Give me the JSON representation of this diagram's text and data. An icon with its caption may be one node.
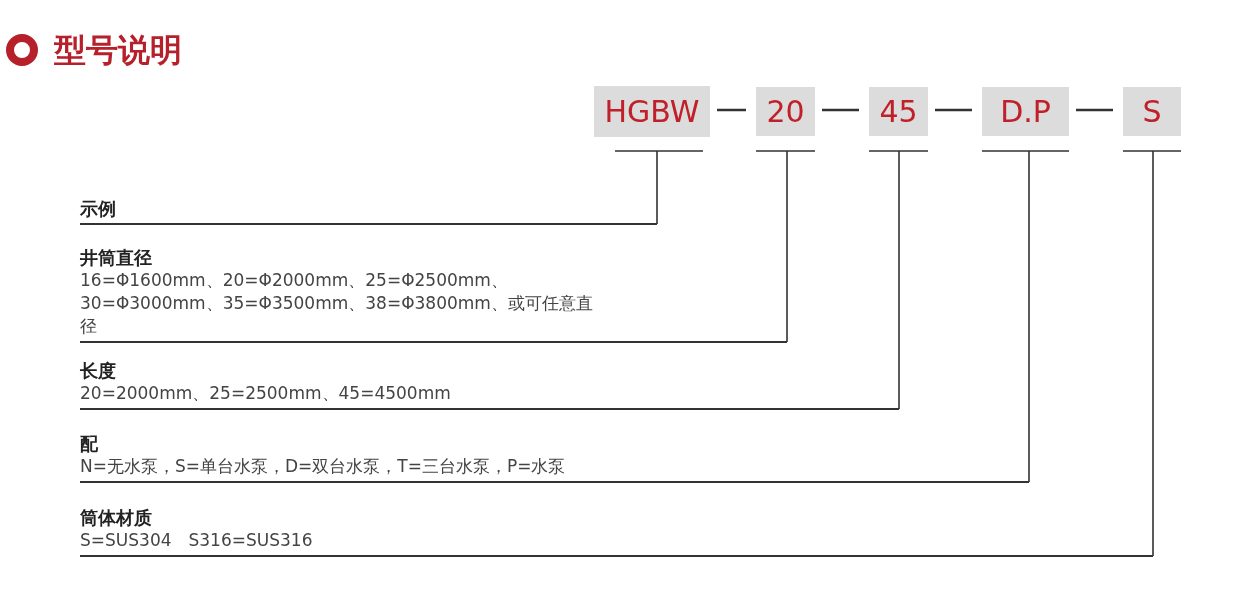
{
  "diagram": {
    "title": "型号说明",
    "nodes": [
      {
        "text": [
          "HGBW"
        ]
      },
      {
        "text": [
          "20"
        ]
      },
      {
        "text": [
          "45"
        ]
      },
      {
        "text": [
          "D.P"
        ]
      },
      {
        "text": [
          "S"
        ]
      },
      {
        "text": [
          "示例"
        ]
      },
      {
        "text": [
          "井筒直径",
          "16=Φ1600mm、20=Φ2000mm、25=Φ2500mm、30=Φ3000mm、35=Φ3500mm、38=Φ3800mm、或可任意直径"
        ]
      },
      {
        "text": [
          "长度",
          "20=2000mm、25=2500mm、45=4500mm"
        ]
      },
      {
        "text": [
          "配",
          "N=无水泵，S=单台水泵，D=双台水泵，T=三台水泵，P=水泵"
        ]
      },
      {
        "text": [
          "筒体材质",
          "S=SUS304　S316=SUS316"
        ]
      }
    ],
    "edges": [
      {
        "from": 0,
        "to": 5,
        "arrow": "none"
      },
      {
        "from": 1,
        "to": 6,
        "arrow": "none"
      },
      {
        "from": 2,
        "to": 7,
        "arrow": "none"
      },
      {
        "from": 3,
        "to": 8,
        "arrow": "none"
      },
      {
        "from": 4,
        "to": 9,
        "arrow": "none"
      },
      {
        "from": 0,
        "to": 1,
        "arrow": "none"
      },
      {
        "from": 1,
        "to": 2,
        "arrow": "none"
      },
      {
        "from": 2,
        "to": 3,
        "arrow": "none"
      },
      {
        "from": 3,
        "to": 4,
        "arrow": "none"
      }
    ]
  }
}
